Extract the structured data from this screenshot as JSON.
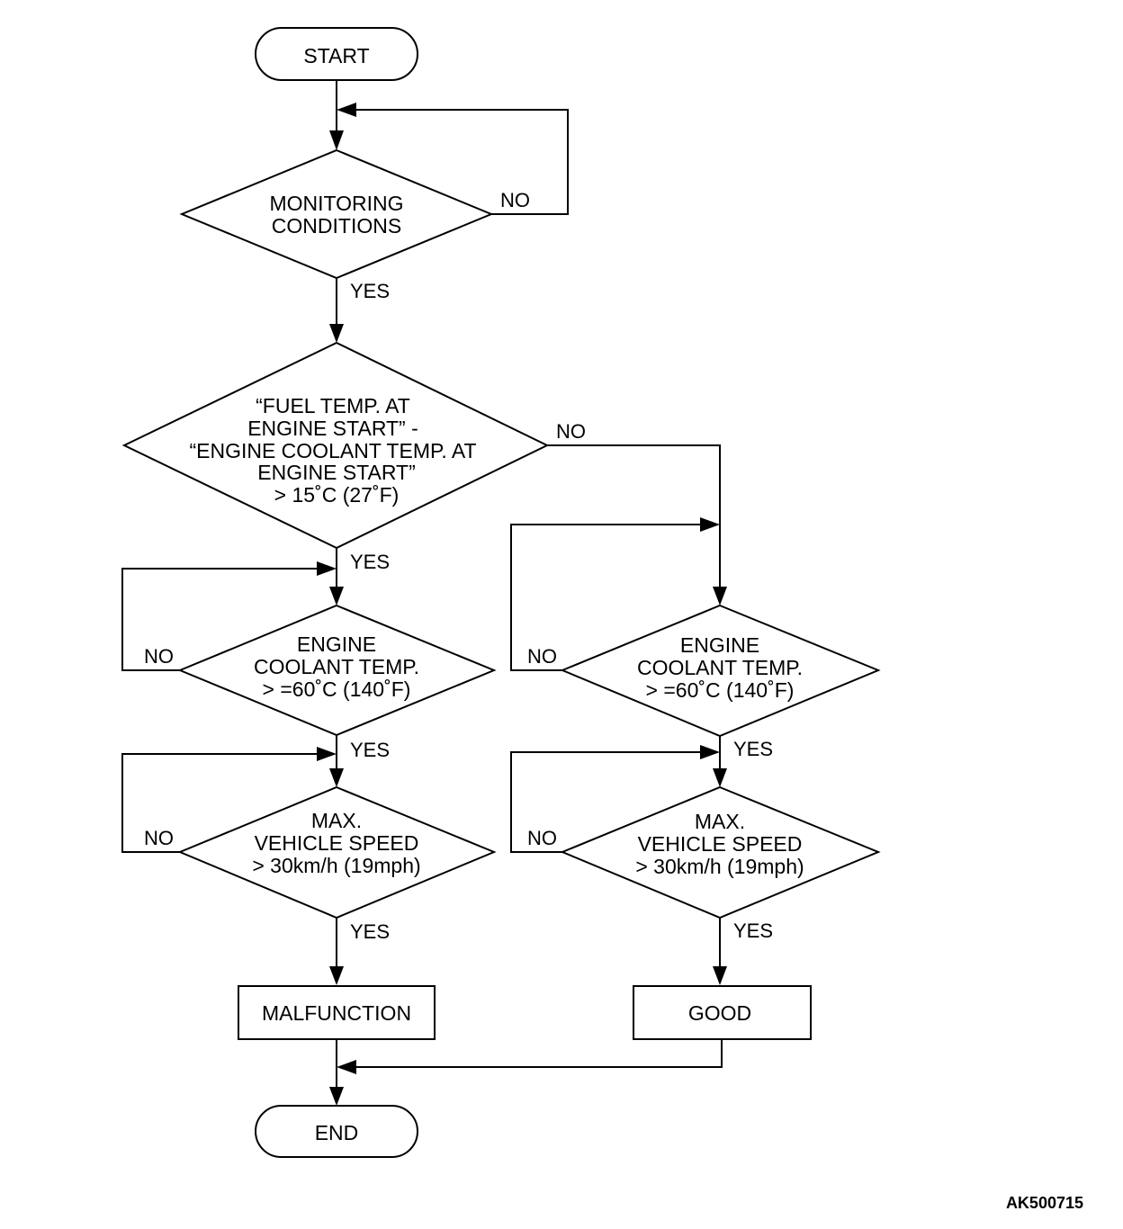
{
  "nodes": {
    "start": "START",
    "monitoring": [
      "MONITORING",
      "CONDITIONS"
    ],
    "fuel_temp": [
      "“FUEL TEMP. AT",
      "ENGINE START” -",
      "“ENGINE COOLANT TEMP. AT",
      "ENGINE START”",
      "> 15˚C (27˚F)"
    ],
    "coolant_left": [
      "ENGINE",
      "COOLANT TEMP.",
      "> =60˚C (140˚F)"
    ],
    "coolant_right": [
      "ENGINE",
      "COOLANT TEMP.",
      "> =60˚C (140˚F)"
    ],
    "speed_left": [
      "MAX.",
      "VEHICLE SPEED",
      "> 30km/h (19mph)"
    ],
    "speed_right": [
      "MAX.",
      "VEHICLE SPEED",
      "> 30km/h (19mph)"
    ],
    "malfunction": "MALFUNCTION",
    "good": "GOOD",
    "end": "END"
  },
  "labels": {
    "yes": "YES",
    "no": "NO"
  },
  "figure_id": "AK500715"
}
